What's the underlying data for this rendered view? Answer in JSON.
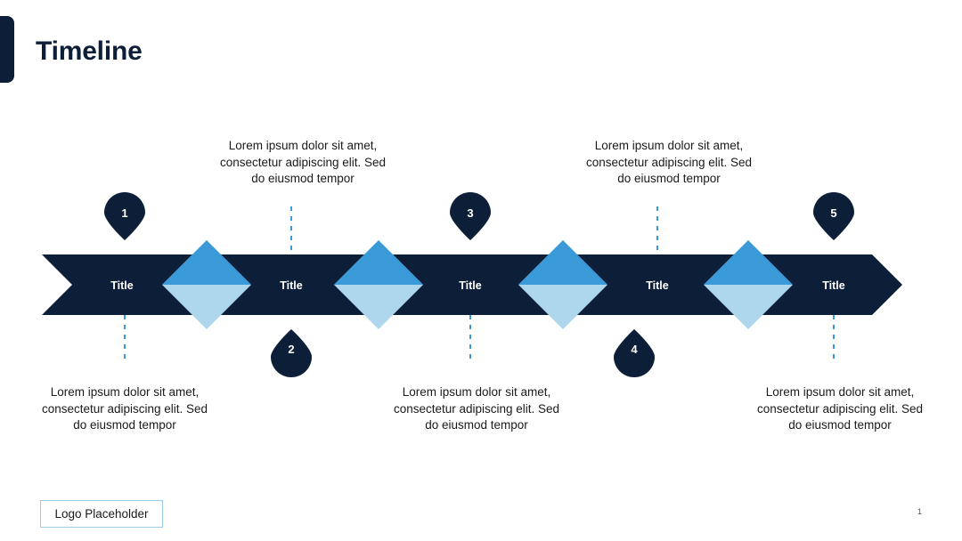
{
  "header": {
    "title": "Timeline",
    "accent_color": "#0d1f38"
  },
  "theme": {
    "navy": "#0d1f38",
    "blue_mid": "#3a9ad8",
    "blue_light": "#aed7ed",
    "dash_color": "#3a9ad8",
    "bar_text": "#ffffff",
    "body_text": "#1a1a1a",
    "logo_border": "#9ecbe8",
    "background": "#ffffff"
  },
  "timeline": {
    "segments": [
      {
        "id": 1,
        "title": "Title",
        "marker": "1",
        "marker_side": "top",
        "description": "Lorem ipsum dolor sit amet, consectetur adipiscing elit. Sed do eiusmod tempor",
        "description_side": "bottom"
      },
      {
        "id": 2,
        "title": "Title",
        "marker": "2",
        "marker_side": "bottom",
        "description": "Lorem ipsum dolor sit amet, consectetur adipiscing elit. Sed do eiusmod tempor",
        "description_side": "top"
      },
      {
        "id": 3,
        "title": "Title",
        "marker": "3",
        "marker_side": "top",
        "description": "Lorem ipsum dolor sit amet, consectetur adipiscing elit. Sed do eiusmod tempor",
        "description_side": "bottom"
      },
      {
        "id": 4,
        "title": "Title",
        "marker": "4",
        "marker_side": "bottom",
        "description": "Lorem ipsum dolor sit amet, consectetur adipiscing elit. Sed do eiusmod tempor",
        "description_side": "top"
      },
      {
        "id": 5,
        "title": "Title",
        "marker": "5",
        "marker_side": "top",
        "description": "Lorem ipsum dolor sit amet, consectetur adipiscing elit. Sed do eiusmod tempor",
        "description_side": "bottom"
      }
    ]
  },
  "footer": {
    "logo_label": "Logo Placeholder",
    "page_number": "1"
  }
}
